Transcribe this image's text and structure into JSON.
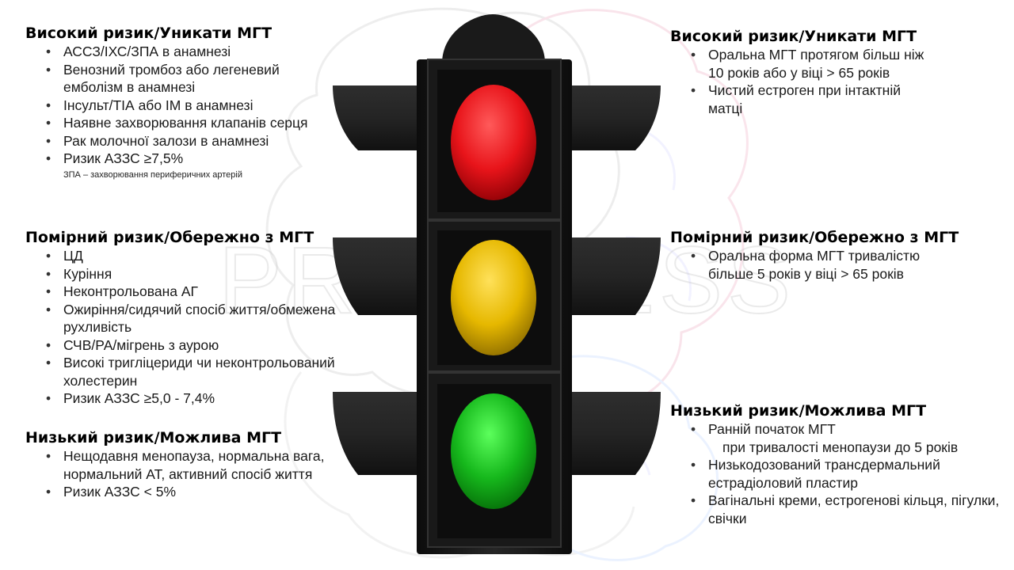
{
  "watermark": {
    "word": "PROGRESS"
  },
  "colors": {
    "red": "#e8141a",
    "yellow": "#e6b800",
    "green": "#16b81c",
    "housing": "#141414"
  },
  "left": {
    "high": {
      "heading": "Високий ризик/Уникати МГТ",
      "items": [
        "АССЗ/ІХС/ЗПА в анамнезі",
        "Венозний тромбоз або легеневий емболізм в анамнезі",
        "Інсульт/ТІА або ІМ в анамнезі",
        "Наявне захворювання клапанів серця",
        "Рак молочної залози в анамнезі",
        "Ризик АЗЗС ≥7,5%"
      ],
      "footnote": "ЗПА – захворювання периферичних  артерій"
    },
    "moderate": {
      "heading": "Помірний ризик/Обережно з МГТ",
      "items": [
        "ЦД",
        "Куріння",
        "Неконтрольована АГ",
        "Ожиріння/сидячий спосіб життя/обмежена рухливість",
        "СЧВ/РА/мігрень з аурою",
        "Високі тригліцериди чи неконтрольований холестерин",
        "Ризик АЗЗС ≥5,0 - 7,4%"
      ]
    },
    "low": {
      "heading": "Низький ризик/Можлива МГТ",
      "items": [
        "Нещодавня менопауза, нормальна вага, нормальний АТ, активний спосіб життя",
        "Ризик АЗЗС < 5%"
      ]
    }
  },
  "right": {
    "high": {
      "heading": "Високий ризик/Уникати МГТ",
      "items": [
        "Оральна МГТ протягом більш ніж 10 років або у віці > 65 років",
        "Чистий естроген при інтактній матці"
      ]
    },
    "moderate": {
      "heading": "Помірний ризик/Обережно з МГТ",
      "items": [
        "Оральна форма МГТ тривалістю більше 5 років у віці  > 65 років"
      ]
    },
    "low": {
      "heading": "Низький ризик/Можлива МГТ",
      "item0_main": "Ранній початок МГТ",
      "item0_sub": "при тривалості менопаузи до 5 років",
      "items": [
        "Низькодозований трансдермальний естрадіоловий пластир",
        "Вагінальні креми, естрогенові кільця, пігулки, свічки"
      ]
    }
  }
}
